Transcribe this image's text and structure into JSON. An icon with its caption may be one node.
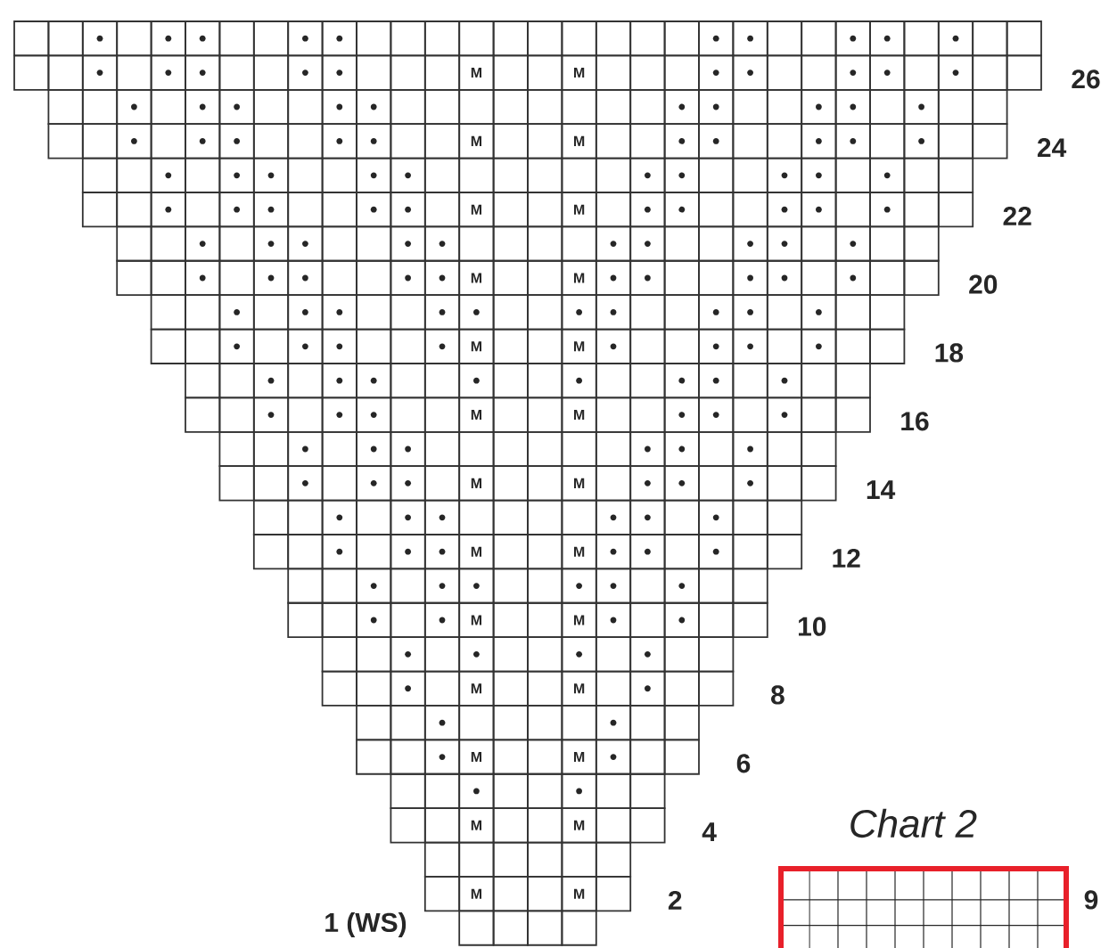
{
  "diagram": {
    "labels": [
      "M",
      "M",
      "26",
      "M",
      "M",
      "24",
      "M",
      "M",
      "22",
      "M",
      "M",
      "20",
      "M",
      "M",
      "18",
      "M",
      "M",
      "16",
      "M",
      "M",
      "14",
      "M",
      "M",
      "12",
      "M",
      "M",
      "10",
      "M",
      "M",
      "8",
      "M",
      "M",
      "6",
      "M",
      "M",
      "4",
      "Chart 2",
      "M",
      "M",
      "2",
      "9",
      "1 (WS)"
    ]
  }
}
